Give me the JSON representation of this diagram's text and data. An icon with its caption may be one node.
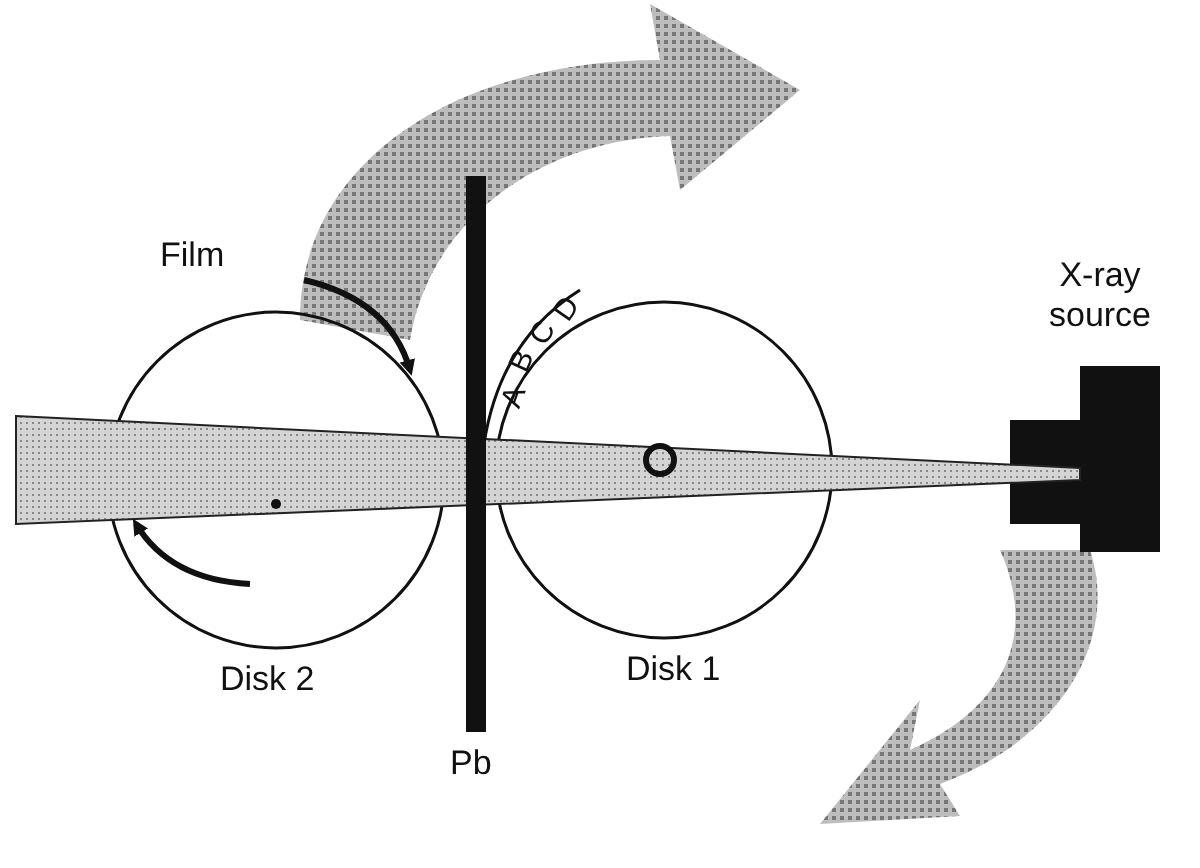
{
  "diagram": {
    "nodes": [
      {
        "text": [
          "Disk 2"
        ]
      },
      {
        "text": [
          "Disk 1"
        ]
      },
      {
        "text": [
          "Pb"
        ]
      },
      {
        "text": [
          "X-ray source"
        ]
      }
    ],
    "labels": [
      "Film",
      "D",
      "C",
      "B",
      "A"
    ]
  }
}
